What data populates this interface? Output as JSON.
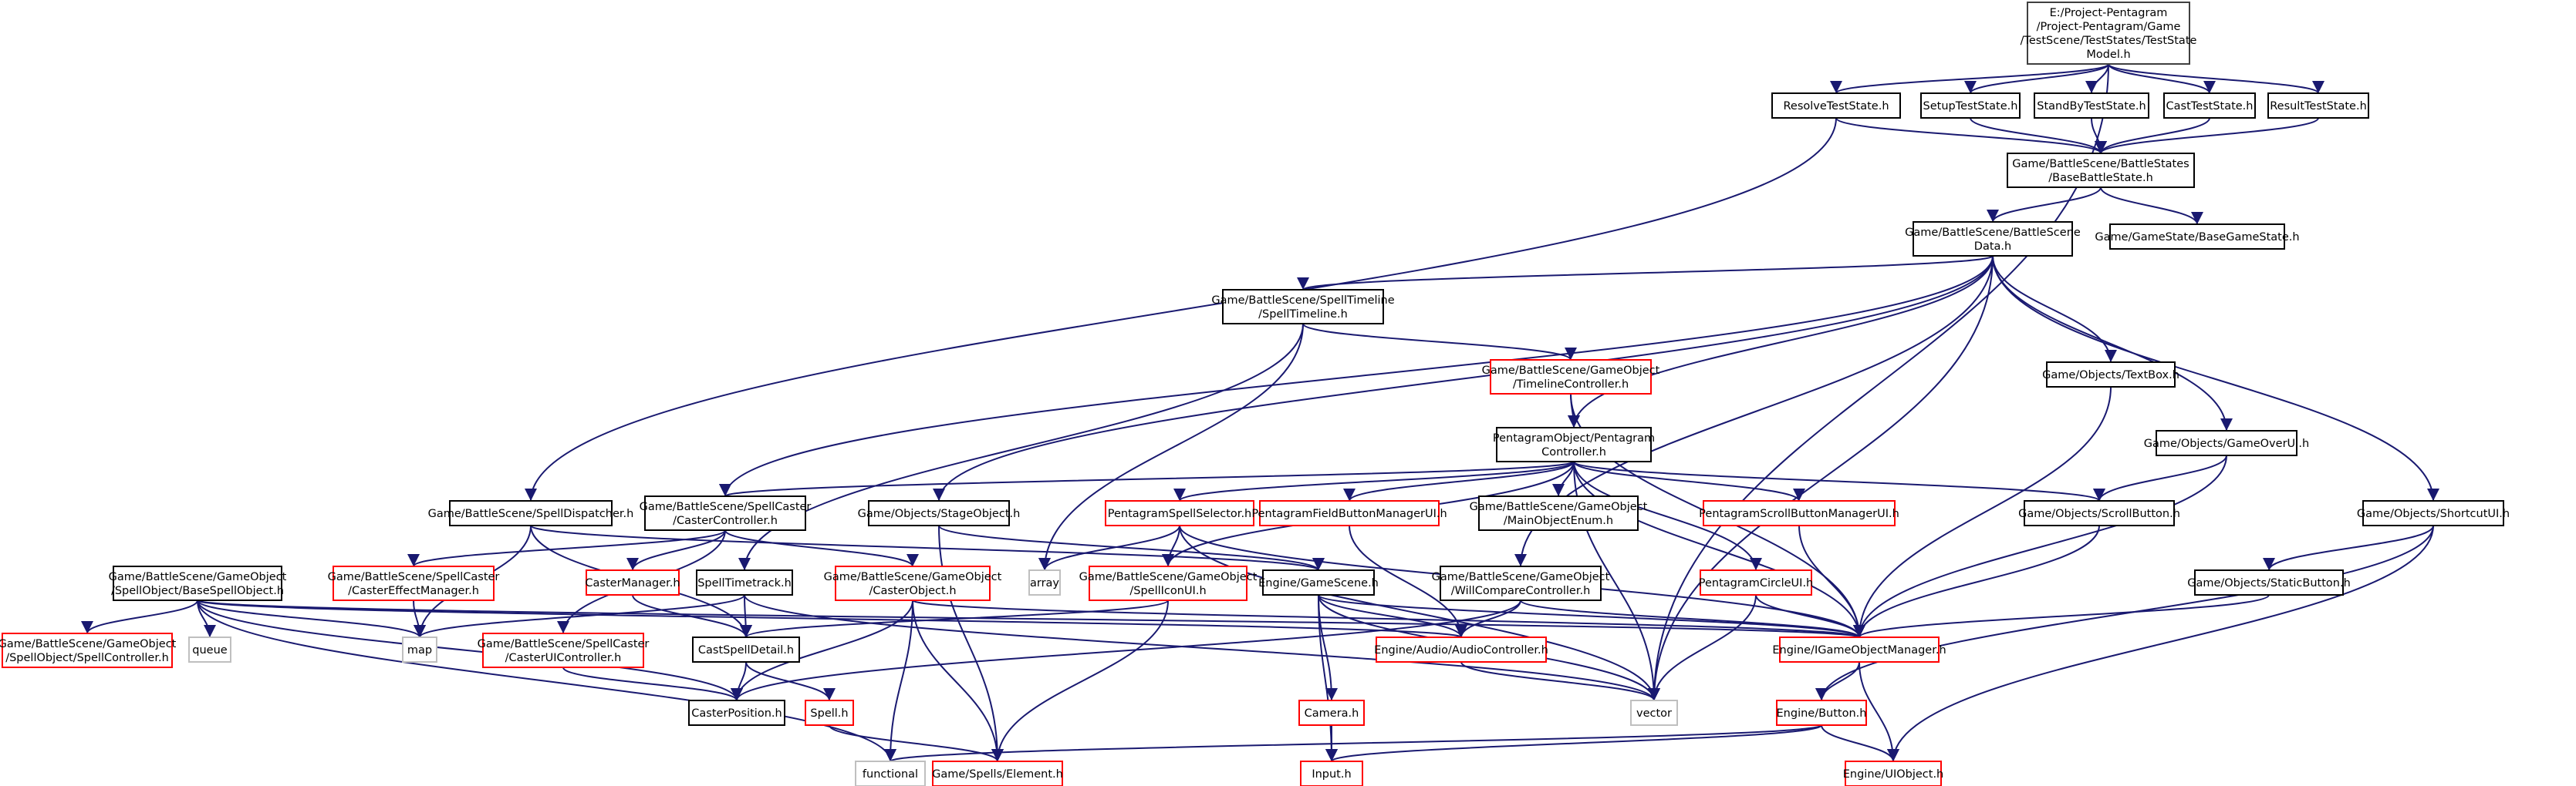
{
  "graph": {
    "edge_color": "#191970",
    "colors": {
      "root_fill": "#bfbfbf",
      "root_stroke": "#404040",
      "documented": "#000000",
      "undocumented_red": "#ff0000",
      "external": "#bfbfbf"
    },
    "nodes": [
      {
        "id": "root",
        "lines": [
          "E:/Project-Pentagram",
          "/Project-Pentagram/Game",
          "/TestScene/TestStates/TestState",
          "Model.h"
        ],
        "style": "root"
      },
      {
        "id": "resolve",
        "lines": [
          "ResolveTestState.h"
        ],
        "style": "normal"
      },
      {
        "id": "setup",
        "lines": [
          "SetupTestState.h"
        ],
        "style": "normal"
      },
      {
        "id": "standby",
        "lines": [
          "StandByTestState.h"
        ],
        "style": "normal"
      },
      {
        "id": "cast",
        "lines": [
          "CastTestState.h"
        ],
        "style": "normal"
      },
      {
        "id": "result",
        "lines": [
          "ResultTestState.h"
        ],
        "style": "normal"
      },
      {
        "id": "basebattle",
        "lines": [
          "Game/BattleScene/BattleStates",
          "/BaseBattleState.h"
        ],
        "style": "normal"
      },
      {
        "id": "basegame",
        "lines": [
          "Game/GameState/BaseGameState.h"
        ],
        "style": "normal"
      },
      {
        "id": "bsdata",
        "lines": [
          "Game/BattleScene/BattleScene",
          "Data.h"
        ],
        "style": "normal"
      },
      {
        "id": "spelltimeline",
        "lines": [
          "Game/BattleScene/SpellTimeline",
          "/SpellTimeline.h"
        ],
        "style": "normal"
      },
      {
        "id": "timelinectrl",
        "lines": [
          "Game/BattleScene/GameObject",
          "/TimelineController.h"
        ],
        "style": "red"
      },
      {
        "id": "textbox",
        "lines": [
          "Game/Objects/TextBox.h"
        ],
        "style": "normal"
      },
      {
        "id": "gameoverui",
        "lines": [
          "Game/Objects/GameOverUI.h"
        ],
        "style": "normal"
      },
      {
        "id": "pentagramctrl",
        "lines": [
          "PentagramObject/Pentagram",
          "Controller.h"
        ],
        "style": "normal"
      },
      {
        "id": "spelldispatcher",
        "lines": [
          "Game/BattleScene/SpellDispatcher.h"
        ],
        "style": "normal"
      },
      {
        "id": "casterctrl",
        "lines": [
          "Game/BattleScene/SpellCaster",
          "/CasterController.h"
        ],
        "style": "normal"
      },
      {
        "id": "stageobject",
        "lines": [
          "Game/Objects/StageObject.h"
        ],
        "style": "normal"
      },
      {
        "id": "spellselector",
        "lines": [
          "PentagramSpellSelector.h"
        ],
        "style": "red"
      },
      {
        "id": "fieldbtnmgr",
        "lines": [
          "PentagramFieldButtonManagerUI.h"
        ],
        "style": "red"
      },
      {
        "id": "mainobjenum",
        "lines": [
          "Game/BattleScene/GameObject",
          "/MainObjectEnum.h"
        ],
        "style": "normal"
      },
      {
        "id": "scrollbtnmgr",
        "lines": [
          "PentagramScrollButtonManagerUI.h"
        ],
        "style": "red"
      },
      {
        "id": "scrollbutton",
        "lines": [
          "Game/Objects/ScrollButton.h"
        ],
        "style": "normal"
      },
      {
        "id": "shortcutui",
        "lines": [
          "Game/Objects/ShortcutUI.h"
        ],
        "style": "normal"
      },
      {
        "id": "basespellobj",
        "lines": [
          "Game/BattleScene/GameObject",
          "/SpellObject/BaseSpellObject.h"
        ],
        "style": "normal"
      },
      {
        "id": "castereffect",
        "lines": [
          "Game/BattleScene/SpellCaster",
          "/CasterEffectManager.h"
        ],
        "style": "red"
      },
      {
        "id": "castermgr",
        "lines": [
          "CasterManager.h"
        ],
        "style": "red"
      },
      {
        "id": "spelltimetrack",
        "lines": [
          "SpellTimetrack.h"
        ],
        "style": "normal"
      },
      {
        "id": "casterobject",
        "lines": [
          "Game/BattleScene/GameObject",
          "/CasterObject.h"
        ],
        "style": "red"
      },
      {
        "id": "array",
        "lines": [
          "array"
        ],
        "style": "external"
      },
      {
        "id": "spelliconui",
        "lines": [
          "Game/BattleScene/GameObject",
          "/SpellIconUI.h"
        ],
        "style": "red"
      },
      {
        "id": "gamescene",
        "lines": [
          "Engine/GameScene.h"
        ],
        "style": "normal"
      },
      {
        "id": "willcompare",
        "lines": [
          "Game/BattleScene/GameObject",
          "/WillCompareController.h"
        ],
        "style": "normal"
      },
      {
        "id": "circleui",
        "lines": [
          "PentagramCircleUI.h"
        ],
        "style": "red"
      },
      {
        "id": "staticbutton",
        "lines": [
          "Game/Objects/StaticButton.h"
        ],
        "style": "normal"
      },
      {
        "id": "spellctrl",
        "lines": [
          "Game/BattleScene/GameObject",
          "/SpellObject/SpellController.h"
        ],
        "style": "red"
      },
      {
        "id": "queue",
        "lines": [
          "queue"
        ],
        "style": "external"
      },
      {
        "id": "map",
        "lines": [
          "map"
        ],
        "style": "external"
      },
      {
        "id": "casteruictrl",
        "lines": [
          "Game/BattleScene/SpellCaster",
          "/CasterUIController.h"
        ],
        "style": "red"
      },
      {
        "id": "castspelldetail",
        "lines": [
          "CastSpellDetail.h"
        ],
        "style": "normal"
      },
      {
        "id": "audioctrl",
        "lines": [
          "Engine/Audio/AudioController.h"
        ],
        "style": "red"
      },
      {
        "id": "igomgr",
        "lines": [
          "Engine/IGameObjectManager.h"
        ],
        "style": "red"
      },
      {
        "id": "casterposition",
        "lines": [
          "CasterPosition.h"
        ],
        "style": "normal"
      },
      {
        "id": "spell",
        "lines": [
          "Spell.h"
        ],
        "style": "red"
      },
      {
        "id": "vector",
        "lines": [
          "vector"
        ],
        "style": "external"
      },
      {
        "id": "camera",
        "lines": [
          "Camera.h"
        ],
        "style": "red"
      },
      {
        "id": "button",
        "lines": [
          "Engine/Button.h"
        ],
        "style": "red"
      },
      {
        "id": "functional",
        "lines": [
          "functional"
        ],
        "style": "external"
      },
      {
        "id": "element",
        "lines": [
          "Game/Spells/Element.h"
        ],
        "style": "red"
      },
      {
        "id": "input",
        "lines": [
          "Input.h"
        ],
        "style": "red"
      },
      {
        "id": "uiobject",
        "lines": [
          "Engine/UIObject.h"
        ],
        "style": "red"
      }
    ],
    "edges": [
      [
        "root",
        "resolve"
      ],
      [
        "root",
        "setup"
      ],
      [
        "root",
        "standby"
      ],
      [
        "root",
        "cast"
      ],
      [
        "root",
        "result"
      ],
      [
        "root",
        "vector"
      ],
      [
        "resolve",
        "basebattle"
      ],
      [
        "resolve",
        "spelldispatcher"
      ],
      [
        "setup",
        "basebattle"
      ],
      [
        "standby",
        "basebattle"
      ],
      [
        "cast",
        "basebattle"
      ],
      [
        "result",
        "basebattle"
      ],
      [
        "basebattle",
        "bsdata"
      ],
      [
        "basebattle",
        "basegame"
      ],
      [
        "bsdata",
        "spelltimeline"
      ],
      [
        "bsdata",
        "casterctrl"
      ],
      [
        "bsdata",
        "stageobject"
      ],
      [
        "bsdata",
        "pentagramctrl"
      ],
      [
        "bsdata",
        "textbox"
      ],
      [
        "bsdata",
        "gameoverui"
      ],
      [
        "bsdata",
        "shortcutui"
      ],
      [
        "bsdata",
        "willcompare"
      ],
      [
        "bsdata",
        "vector"
      ],
      [
        "spelltimeline",
        "timelinectrl"
      ],
      [
        "spelltimeline",
        "spelltimetrack"
      ],
      [
        "spelltimeline",
        "array"
      ],
      [
        "timelinectrl",
        "pentagramctrl"
      ],
      [
        "timelinectrl",
        "igomgr"
      ],
      [
        "textbox",
        "igomgr"
      ],
      [
        "gameoverui",
        "scrollbutton"
      ],
      [
        "gameoverui",
        "igomgr"
      ],
      [
        "pentagramctrl",
        "casterctrl"
      ],
      [
        "pentagramctrl",
        "spellselector"
      ],
      [
        "pentagramctrl",
        "fieldbtnmgr"
      ],
      [
        "pentagramctrl",
        "mainobjenum"
      ],
      [
        "pentagramctrl",
        "scrollbtnmgr"
      ],
      [
        "pentagramctrl",
        "scrollbutton"
      ],
      [
        "pentagramctrl",
        "circleui"
      ],
      [
        "pentagramctrl",
        "igomgr"
      ],
      [
        "pentagramctrl",
        "spelliconui"
      ],
      [
        "pentagramctrl",
        "vector"
      ],
      [
        "spelldispatcher",
        "gamescene"
      ],
      [
        "spelldispatcher",
        "castspelldetail"
      ],
      [
        "spelldispatcher",
        "map"
      ],
      [
        "casterctrl",
        "castereffect"
      ],
      [
        "casterctrl",
        "castermgr"
      ],
      [
        "casterctrl",
        "casterobject"
      ],
      [
        "casterctrl",
        "casteruictrl"
      ],
      [
        "stageobject",
        "gamescene"
      ],
      [
        "stageobject",
        "element"
      ],
      [
        "spellselector",
        "spelliconui"
      ],
      [
        "spellselector",
        "array"
      ],
      [
        "spellselector",
        "igomgr"
      ],
      [
        "spellselector",
        "vector"
      ],
      [
        "fieldbtnmgr",
        "audioctrl"
      ],
      [
        "scrollbtnmgr",
        "igomgr"
      ],
      [
        "scrollbutton",
        "igomgr"
      ],
      [
        "shortcutui",
        "staticbutton"
      ],
      [
        "shortcutui",
        "button"
      ],
      [
        "shortcutui",
        "uiobject"
      ],
      [
        "basespellobj",
        "spellctrl"
      ],
      [
        "basespellobj",
        "queue"
      ],
      [
        "basespellobj",
        "map"
      ],
      [
        "basespellobj",
        "casterposition"
      ],
      [
        "basespellobj",
        "functional"
      ],
      [
        "basespellobj",
        "audioctrl"
      ],
      [
        "basespellobj",
        "igomgr"
      ],
      [
        "castereffect",
        "map"
      ],
      [
        "castermgr",
        "castspelldetail"
      ],
      [
        "spelltimetrack",
        "map"
      ],
      [
        "spelltimetrack",
        "castspelldetail"
      ],
      [
        "spelltimetrack",
        "vector"
      ],
      [
        "casterobject",
        "casterposition"
      ],
      [
        "casterobject",
        "element"
      ],
      [
        "casterobject",
        "functional"
      ],
      [
        "casterobject",
        "igomgr"
      ],
      [
        "spelliconui",
        "element"
      ],
      [
        "spelliconui",
        "castspelldetail"
      ],
      [
        "gamescene",
        "audioctrl"
      ],
      [
        "gamescene",
        "igomgr"
      ],
      [
        "gamescene",
        "camera"
      ],
      [
        "gamescene",
        "input"
      ],
      [
        "gamescene",
        "vector"
      ],
      [
        "willcompare",
        "audioctrl"
      ],
      [
        "willcompare",
        "igomgr"
      ],
      [
        "willcompare",
        "casterposition"
      ],
      [
        "circleui",
        "igomgr"
      ],
      [
        "circleui",
        "vector"
      ],
      [
        "staticbutton",
        "igomgr"
      ],
      [
        "casteruictrl",
        "casterposition"
      ],
      [
        "castspelldetail",
        "casterposition"
      ],
      [
        "castspelldetail",
        "spell"
      ],
      [
        "audioctrl",
        "vector"
      ],
      [
        "igomgr",
        "button"
      ],
      [
        "igomgr",
        "uiobject"
      ],
      [
        "spell",
        "element"
      ],
      [
        "camera",
        "input"
      ],
      [
        "button",
        "functional"
      ],
      [
        "button",
        "input"
      ],
      [
        "button",
        "uiobject"
      ]
    ]
  }
}
